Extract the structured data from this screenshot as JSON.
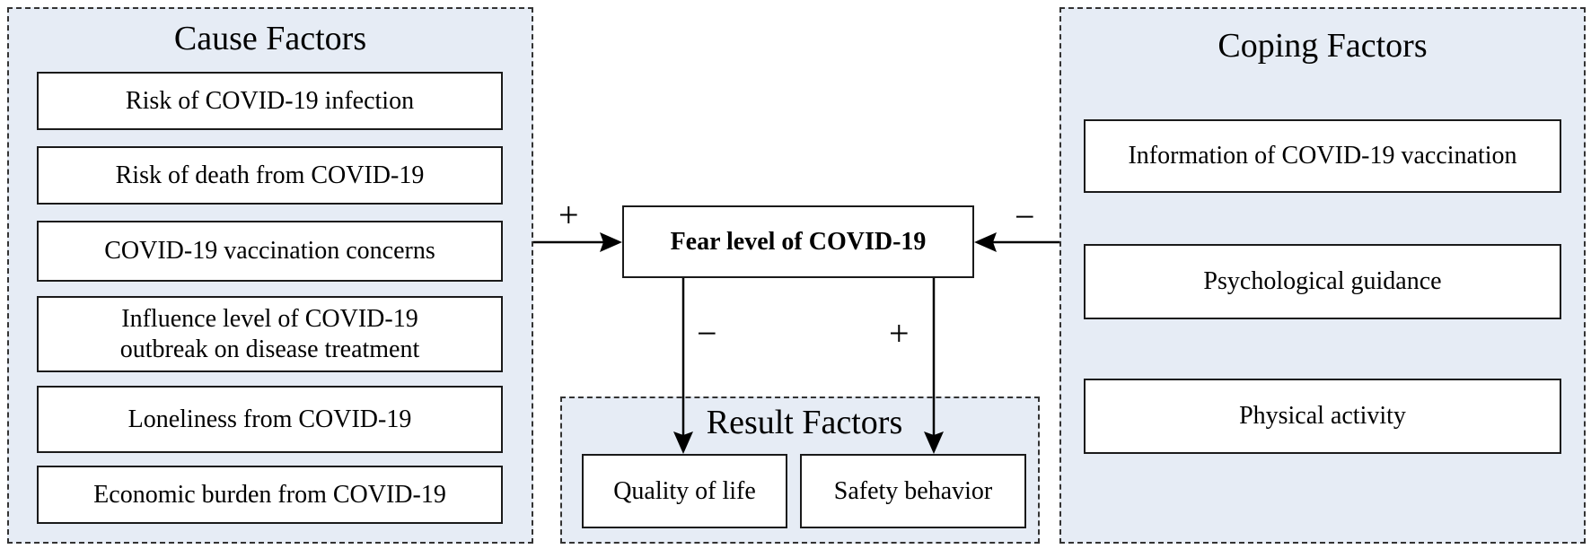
{
  "cause": {
    "title": "Cause Factors",
    "items": [
      "Risk of COVID-19 infection",
      "Risk of death from COVID-19",
      "COVID-19 vaccination concerns",
      "Influence level of COVID-19 outbreak on disease treatment",
      "Loneliness from COVID-19",
      "Economic burden from COVID-19"
    ]
  },
  "center": {
    "label": "Fear level of COVID-19"
  },
  "result": {
    "title": "Result Factors",
    "items": [
      "Quality of life",
      "Safety behavior"
    ]
  },
  "coping": {
    "title": "Coping Factors",
    "items": [
      "Information of COVID-19 vaccination",
      "Psychological guidance",
      "Physical activity"
    ]
  },
  "signs": {
    "cause_to_fear": "+",
    "coping_to_fear": "−",
    "fear_to_quality": "−",
    "fear_to_safety": "+"
  }
}
